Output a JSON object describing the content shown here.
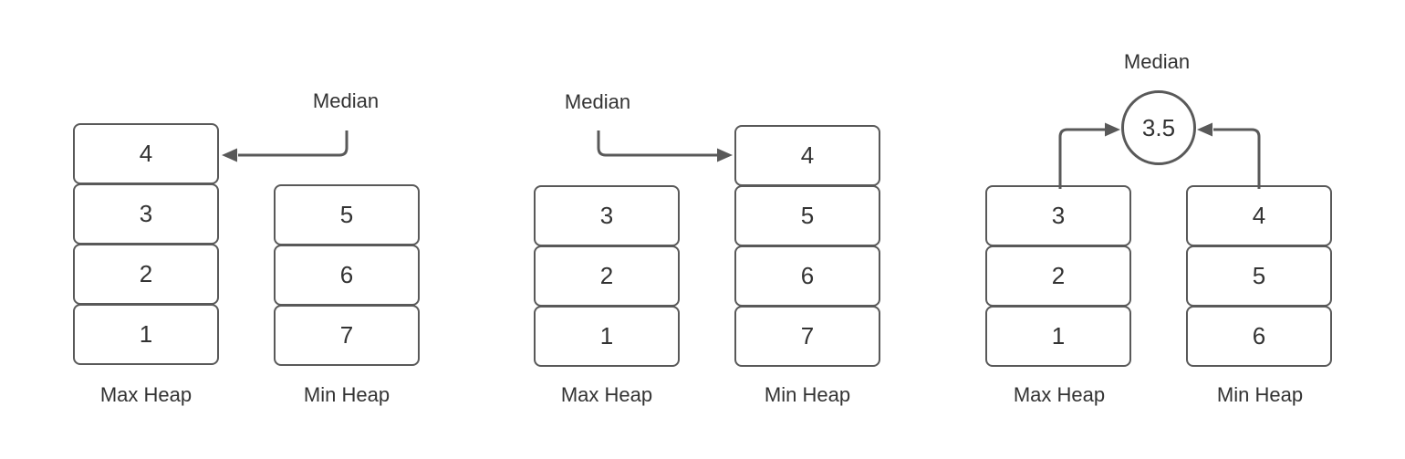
{
  "scene": {
    "background": "#ffffff",
    "stroke_color": "#595959",
    "text_color": "#333333"
  },
  "panels": [
    {
      "median_label": "Median",
      "max_heap": {
        "label": "Max Heap",
        "values": [
          "4",
          "3",
          "2",
          "1"
        ]
      },
      "min_heap": {
        "label": "Min Heap",
        "values": [
          "5",
          "6",
          "7"
        ]
      }
    },
    {
      "median_label": "Median",
      "max_heap": {
        "label": "Max Heap",
        "values": [
          "3",
          "2",
          "1"
        ]
      },
      "min_heap": {
        "label": "Min Heap",
        "values": [
          "4",
          "5",
          "6",
          "7"
        ]
      }
    },
    {
      "median_label": "Median",
      "median_value": "3.5",
      "max_heap": {
        "label": "Max Heap",
        "values": [
          "3",
          "2",
          "1"
        ]
      },
      "min_heap": {
        "label": "Min Heap",
        "values": [
          "4",
          "5",
          "6"
        ]
      }
    }
  ]
}
